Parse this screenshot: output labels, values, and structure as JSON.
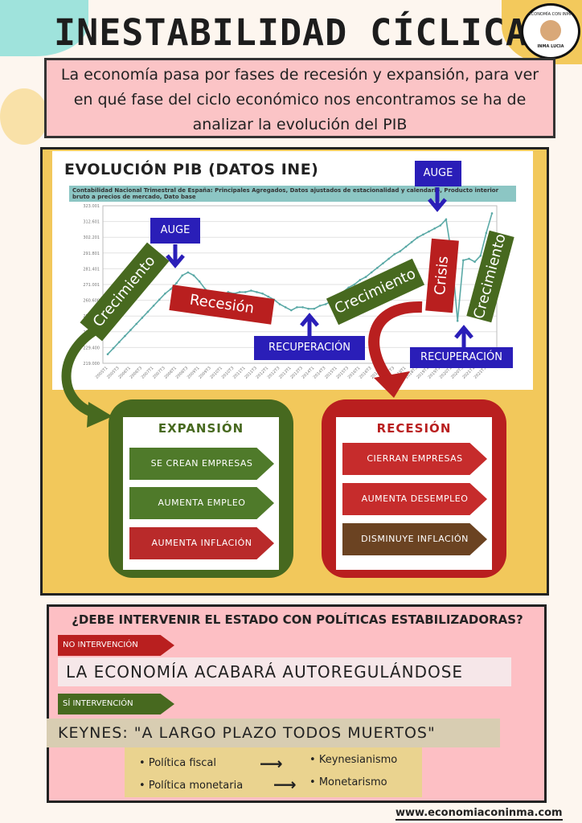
{
  "header": {
    "title": "INESTABILIDAD CÍCLICA",
    "logo_top": "ECONOMÍA CON INMA",
    "logo_bottom": "INMA LUCIA"
  },
  "intro": {
    "lines": [
      "La economía pasa por fases de recesión y expansión, para ver",
      "en qué fase del ciclo económico nos encontramos se ha de",
      "analizar la evolución del PIB"
    ]
  },
  "chart_data": {
    "type": "line",
    "title": "EVOLUCIÓN PIB (DATOS INE)",
    "subtitle": "Contabilidad Nacional Trimestral de España: Principales Agregados, Datos ajustados de estacionalidad y calendario, Producto interior bruto a precios de mercado, Dato base",
    "xlabel": "",
    "ylabel": "",
    "ylim": [
      219.0,
      323.001
    ],
    "yticks": [
      "323.001",
      "312.601",
      "302.201",
      "291.801",
      "281.401",
      "271.001",
      "260.600",
      "250.200",
      "239.800",
      "229.400",
      "219.000"
    ],
    "xticks": [
      "2005T1",
      "2005T3",
      "2006T1",
      "2006T3",
      "2007T1",
      "2007T3",
      "2008T1",
      "2008T3",
      "2009T1",
      "2009T3",
      "2010T1",
      "2010T3",
      "2011T1",
      "2011T3",
      "2012T1",
      "2012T3",
      "2013T1",
      "2013T3",
      "2014T1",
      "2014T3",
      "2015T1",
      "2015T3",
      "2016T1",
      "2016T3",
      "2017T1",
      "2017T3",
      "2018T1",
      "2018T3",
      "2019T1",
      "2019T3",
      "2020T1",
      "2020T3",
      "2021T1",
      "2021T3"
    ],
    "grid": true,
    "series": [
      {
        "name": "PIB",
        "color": "#5aa9a6",
        "values": [
          225,
          229,
          233,
          237,
          241,
          245,
          249,
          253,
          257,
          261,
          265,
          268,
          272,
          277,
          279,
          277,
          273,
          268,
          265,
          265,
          264,
          266,
          265,
          266,
          266,
          267,
          266,
          265,
          263,
          261,
          258,
          256,
          254,
          256,
          256,
          255,
          255,
          257,
          258,
          260,
          264,
          266,
          269,
          271,
          274,
          276,
          279,
          282,
          285,
          288,
          291,
          293,
          296,
          299,
          302,
          304,
          306,
          308,
          310,
          314,
          290,
          247,
          287,
          288,
          286,
          290,
          305,
          318
        ]
      }
    ],
    "annotations": {
      "auge1": "AUGE",
      "auge2": "AUGE",
      "crec1": "Crecimiento",
      "recesion": "Recesión",
      "recup1": "RECUPERACIÓN",
      "crec2": "Crecimiento",
      "crisis": "Crisis",
      "crec3": "Crecimiento",
      "recup2": "RECUPERACIÓN"
    }
  },
  "expansion": {
    "title": "EXPANSIÓN",
    "items": [
      "SE CREAN EMPRESAS",
      "AUMENTA EMPLEO",
      "AUMENTA INFLACIÓN"
    ]
  },
  "recesion": {
    "title": "RECESIÓN",
    "items": [
      "CIERRAN EMPRESAS",
      "AUMENTA DESEMPLEO",
      "DISMINUYE INFLACIÓN"
    ]
  },
  "policy": {
    "question": "¿DEBE INTERVENIR EL ESTADO CON POLÍTICAS ESTABILIZADORAS?",
    "no_label": "NO INTERVENCIÓN",
    "no_text": "LA ECONOMÍA ACABARÁ AUTOREGULÁNDOSE",
    "yes_label": "SÍ INTERVENCIÓN",
    "yes_text": "KEYNES: \"A LARGO PLAZO TODOS MUERTOS\"",
    "items": [
      {
        "left": "Política fiscal",
        "right": "Keynesianismo"
      },
      {
        "left": "Política monetaria",
        "right": "Monetarismo"
      }
    ]
  },
  "footer": {
    "url": "www.economiaconinma.com"
  },
  "colors": {
    "green": "#47691f",
    "red": "#b91f1f",
    "blue": "#2a1eb8",
    "yellow": "#f2c85b",
    "pink": "#fbc4c6"
  }
}
